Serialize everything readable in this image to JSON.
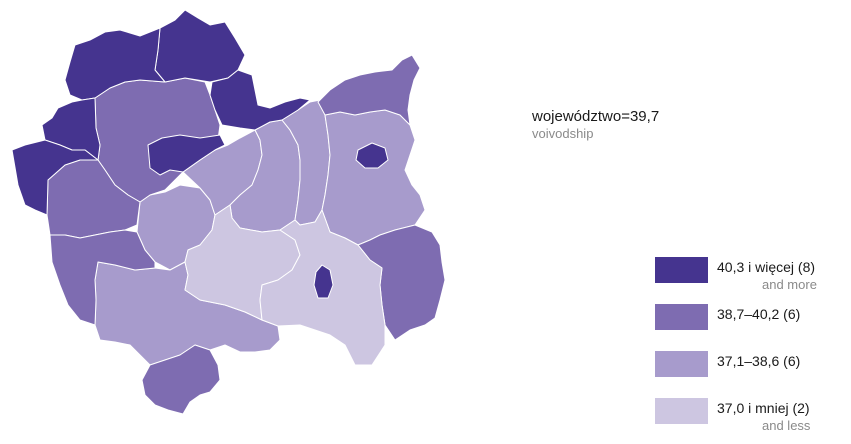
{
  "colors": {
    "class1": "#45348f",
    "class2": "#7e6cb1",
    "class3": "#a79bcc",
    "class4": "#cdc6e1"
  },
  "average": {
    "label": "województwo=39,7",
    "sub": "voivodship"
  },
  "legend": [
    {
      "label": "40,3 i więcej (8)",
      "sub": "and more",
      "color": "#45348f"
    },
    {
      "label": "38,7–40,2 (6)",
      "sub": "",
      "color": "#7e6cb1"
    },
    {
      "label": "37,1–38,6 (6)",
      "sub": "",
      "color": "#a79bcc"
    },
    {
      "label": "37,0 i mniej (2)",
      "sub": "and less",
      "color": "#cdc6e1"
    }
  ],
  "regions": [
    {
      "class": 1
    },
    {
      "class": 1
    },
    {
      "class": 1
    },
    {
      "class": 1
    },
    {
      "class": 1
    },
    {
      "class": 1
    },
    {
      "class": 1
    },
    {
      "class": 1
    },
    {
      "class": 2
    },
    {
      "class": 2
    },
    {
      "class": 2
    },
    {
      "class": 2
    },
    {
      "class": 2
    },
    {
      "class": 2
    },
    {
      "class": 3
    },
    {
      "class": 3
    },
    {
      "class": 3
    },
    {
      "class": 3
    },
    {
      "class": 3
    },
    {
      "class": 3
    },
    {
      "class": 4
    },
    {
      "class": 4
    }
  ]
}
